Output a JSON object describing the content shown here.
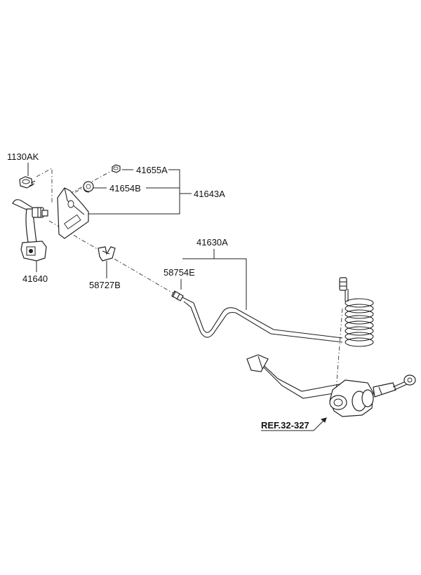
{
  "labels": {
    "p1130AK": "1130AK",
    "p41655A": "41655A",
    "p41654B": "41654B",
    "p41643A": "41643A",
    "p41640": "41640",
    "p58727B": "58727B",
    "p41630A": "41630A",
    "p58754E": "58754E",
    "ref": "REF.32-327"
  }
}
